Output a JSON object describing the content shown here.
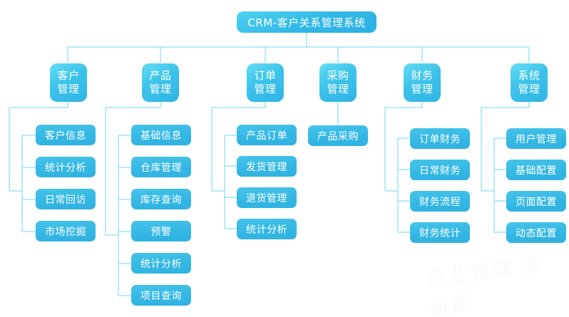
{
  "diagram": {
    "title": "CRM-客户关系管理系统",
    "type": "organization-tree",
    "colors": {
      "node_fill": "#33b6e4",
      "node_fill_light": "#5fd9f1",
      "connector": "#6fd7ef",
      "text": "#ffffff",
      "background": "#ffffff"
    },
    "watermark": "企业管理 系统图"
  },
  "root": {
    "label": "CRM-客户关系管理系统"
  },
  "branches": [
    {
      "id": "customer",
      "label_line1": "客户",
      "label_line2": "管理",
      "children": [
        {
          "label": "客户信息"
        },
        {
          "label": "统计分析"
        },
        {
          "label": "日常回访"
        },
        {
          "label": "市场挖掘"
        }
      ]
    },
    {
      "id": "product",
      "label_line1": "产品",
      "label_line2": "管理",
      "children": [
        {
          "label": "基础信息"
        },
        {
          "label": "仓库管理"
        },
        {
          "label": "库存查询"
        },
        {
          "label": "预警"
        },
        {
          "label": "统计分析"
        },
        {
          "label": "项目查询"
        }
      ]
    },
    {
      "id": "order",
      "label_line1": "订单",
      "label_line2": "管理",
      "children": [
        {
          "label": "产品订单"
        },
        {
          "label": "发货管理"
        },
        {
          "label": "退货管理"
        },
        {
          "label": "统计分析"
        }
      ]
    },
    {
      "id": "purchase",
      "label_line1": "采购",
      "label_line2": "管理",
      "children": [
        {
          "label": "产品采购"
        }
      ]
    },
    {
      "id": "finance",
      "label_line1": "财务",
      "label_line2": "管理",
      "children": [
        {
          "label": "订单财务"
        },
        {
          "label": "日常财务"
        },
        {
          "label": "财务流程"
        },
        {
          "label": "财务统计"
        }
      ]
    },
    {
      "id": "system",
      "label_line1": "系统",
      "label_line2": "管理",
      "children": [
        {
          "label": "用户管理"
        },
        {
          "label": "基础配置"
        },
        {
          "label": "页面配置"
        },
        {
          "label": "动态配置"
        }
      ]
    }
  ]
}
